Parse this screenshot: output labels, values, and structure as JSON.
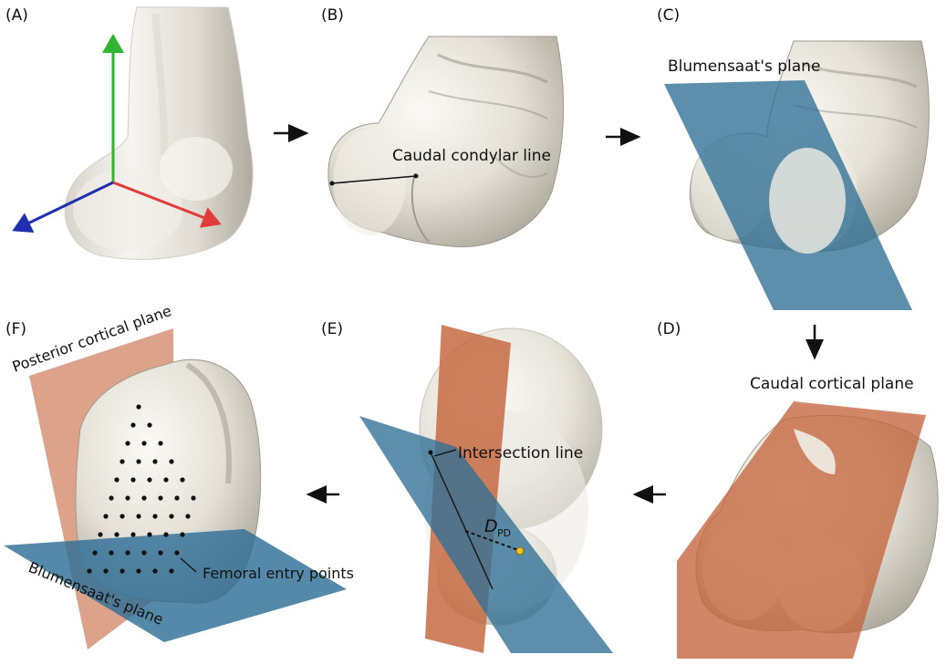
{
  "panels": {
    "a": {
      "tag": "(A)"
    },
    "b": {
      "tag": "(B)",
      "annotation": "Caudal condylar line"
    },
    "c": {
      "tag": "(C)",
      "annotation": "Blumensaat's plane"
    },
    "d": {
      "tag": "(D)",
      "annotation": "Caudal cortical plane"
    },
    "e": {
      "tag": "(E)",
      "annotation": "Intersection line",
      "distance_symbol": "D",
      "distance_subscript": "PD"
    },
    "f": {
      "tag": "(F)",
      "plane_label_1": "Posterior cortical plane",
      "plane_label_2": "Blumensaat's plane",
      "annotation": "Femoral entry points"
    }
  },
  "colors": {
    "bone": "#e9e6de",
    "bone_shadow": "#b9b4a8",
    "blue_plane": "#2f6f96",
    "orange_plane": "#c4653c",
    "axis_x": "#e23b3b",
    "axis_y": "#2fb52f",
    "axis_z": "#1f2fb0"
  }
}
